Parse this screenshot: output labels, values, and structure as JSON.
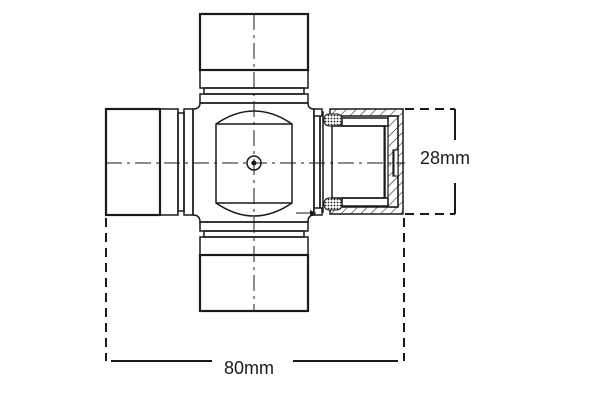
{
  "diagram": {
    "subject": "Universal joint cross (spider) with needle bearing cup cross-section",
    "dimensions": {
      "cup_diameter_label": "28mm",
      "overall_length_label": "80mm"
    },
    "colors": {
      "line": "#1a1a1a",
      "background": "#ffffff"
    }
  }
}
